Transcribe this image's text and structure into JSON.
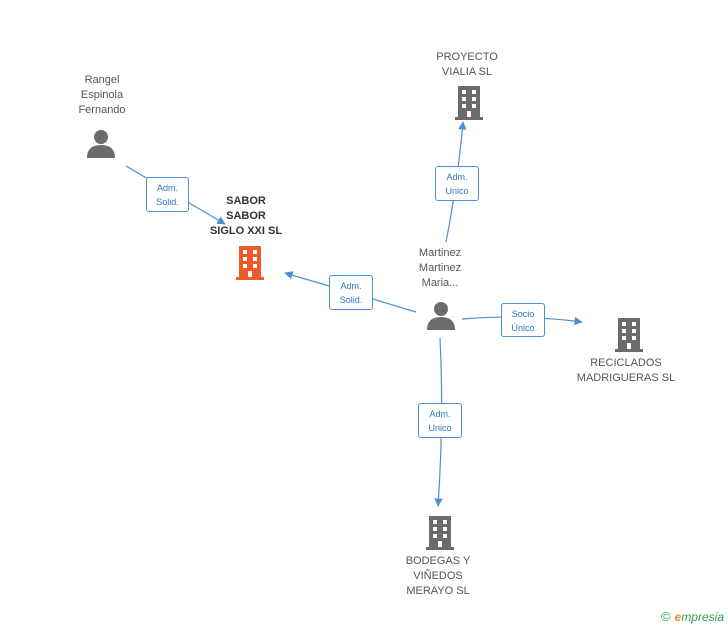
{
  "nodes": {
    "rangel": {
      "label": "Rangel\nEspinola\nFernando",
      "type": "person"
    },
    "sabor": {
      "label": "SABOR\nSABOR\nSIGLO XXI SL",
      "type": "company-main"
    },
    "martinez": {
      "label": "Martinez\nMartinez\nMaria...",
      "type": "person"
    },
    "proyecto": {
      "label": "PROYECTO\nVIALIA SL",
      "type": "company"
    },
    "reciclados": {
      "label": "RECICLADOS\nMADRIGUERAS SL",
      "type": "company"
    },
    "bodegas": {
      "label": "BODEGAS Y\nVIÑEDOS\nMERAYO SL",
      "type": "company"
    }
  },
  "edges": [
    {
      "id": "rangel-sabor",
      "label": "Adm.\nSolid."
    },
    {
      "id": "martinez-sabor",
      "label": "Adm.\nSolid."
    },
    {
      "id": "martinez-proyecto",
      "label": "Adm.\nUnico"
    },
    {
      "id": "martinez-reciclados",
      "label": "Socio\nÚnico"
    },
    {
      "id": "martinez-bodegas",
      "label": "Adm.\nUnico"
    }
  ],
  "credit": {
    "copyright": "©",
    "brand_initial": "e",
    "brand_rest": "mpresia"
  },
  "colors": {
    "edge": "#4a8fd8",
    "person": "#6b6b6b",
    "company": "#6b6b6b",
    "main_company": "#f05a28"
  }
}
